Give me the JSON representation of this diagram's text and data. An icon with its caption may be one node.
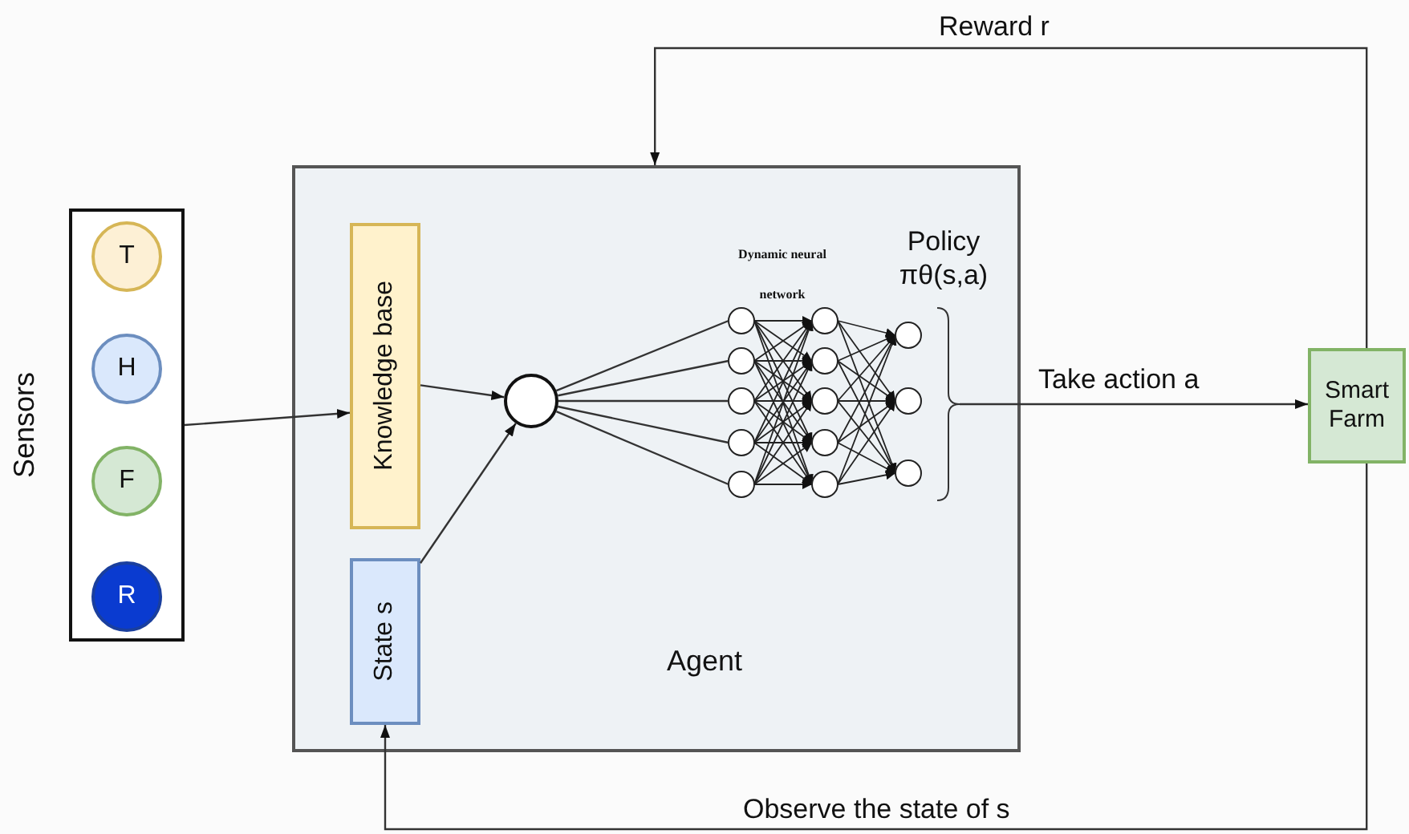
{
  "diagram": {
    "nodes": [
      {
        "text": [
          "Sensors"
        ]
      },
      {
        "text": [
          "T"
        ],
        "in": 0
      },
      {
        "text": [
          "H"
        ],
        "in": 0
      },
      {
        "text": [
          "F"
        ],
        "in": 0
      },
      {
        "text": [
          "R"
        ],
        "in": 0
      },
      {
        "text": [
          "Agent"
        ]
      },
      {
        "text": [
          "Knowledge base"
        ],
        "in": 5
      },
      {
        "text": [
          "State s"
        ],
        "in": 5
      },
      {
        "text": [],
        "shape": "circle",
        "in": 5
      },
      {
        "text": [],
        "shape": "picture",
        "in": 5
      },
      {
        "text": [
          "Smart Farm"
        ]
      }
    ],
    "edges": [
      {
        "from": 0,
        "to": 6,
        "arrow": "to"
      },
      {
        "from": 6,
        "to": 8,
        "arrow": "to"
      },
      {
        "from": 7,
        "to": 8,
        "arrow": "to"
      },
      {
        "from": 8,
        "to": 9,
        "arrow": "none"
      },
      {
        "from": 9,
        "to": 10,
        "arrow": "to",
        "label": "Take action a"
      },
      {
        "from": 10,
        "to": 5,
        "arrow": "to",
        "label": "Reward r"
      },
      {
        "from": 10,
        "to": 7,
        "arrow": "to",
        "label": "Observe the state of s"
      }
    ],
    "labels": [
      "Dynamic neural network",
      "Policy πθ(s,a)"
    ]
  }
}
